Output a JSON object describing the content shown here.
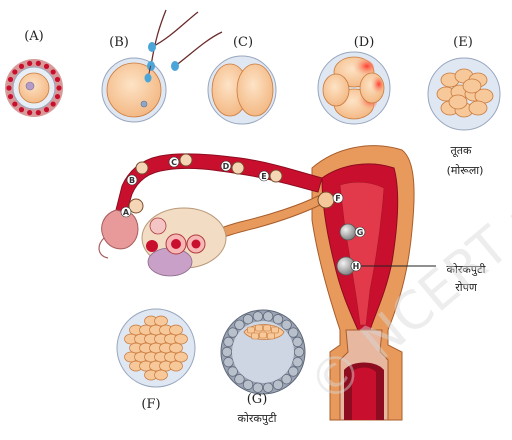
{
  "stage_labels": {
    "a": "(A)",
    "b": "(B)",
    "c": "(C)",
    "d": "(D)",
    "e": "(E)",
    "f": "(F)",
    "g": "(G)"
  },
  "tube_markers": [
    "A",
    "B",
    "C",
    "D",
    "E",
    "F",
    "G",
    "H"
  ],
  "annotations": {
    "morula_line1": "तूतक",
    "morula_line2": "(मोरूला)",
    "implantation_line1": "कोरकपुटी",
    "implantation_line2": "रोपण",
    "blastocyst": "कोरकपुटी"
  },
  "watermark": "© NCERT not to be republished",
  "colors": {
    "uterus": "#c8102e",
    "uterus_dark": "#8e0c1f",
    "tube": "#c8102e",
    "muscle": "#e89a5c",
    "cell": "#f6c89a",
    "cell_edge": "#c97a3c",
    "sperm_head": "#4aa6d8",
    "zona": "#cfd8e6",
    "ovary": "#f2dcc4"
  }
}
